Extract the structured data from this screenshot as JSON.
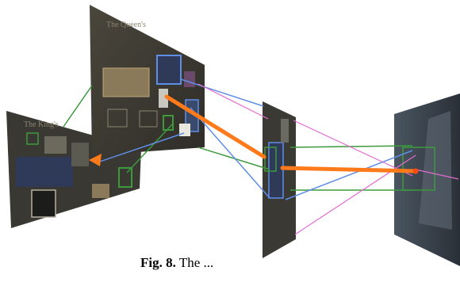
{
  "caption": {
    "label": "Fig. 8.",
    "text": "The ..."
  },
  "panels": {
    "top_left": {
      "title": "The Queen's"
    },
    "left": {
      "title": "The King's"
    },
    "middle": {
      "title": ""
    },
    "right": {
      "title": ""
    }
  },
  "colors": {
    "orange": "#ff7a1a",
    "green": "#3c9a3c",
    "blue": "#5f8ee6",
    "pink": "#e26ad0",
    "panel_dark": "#3b3a35",
    "panel_right": "#2f3640"
  }
}
